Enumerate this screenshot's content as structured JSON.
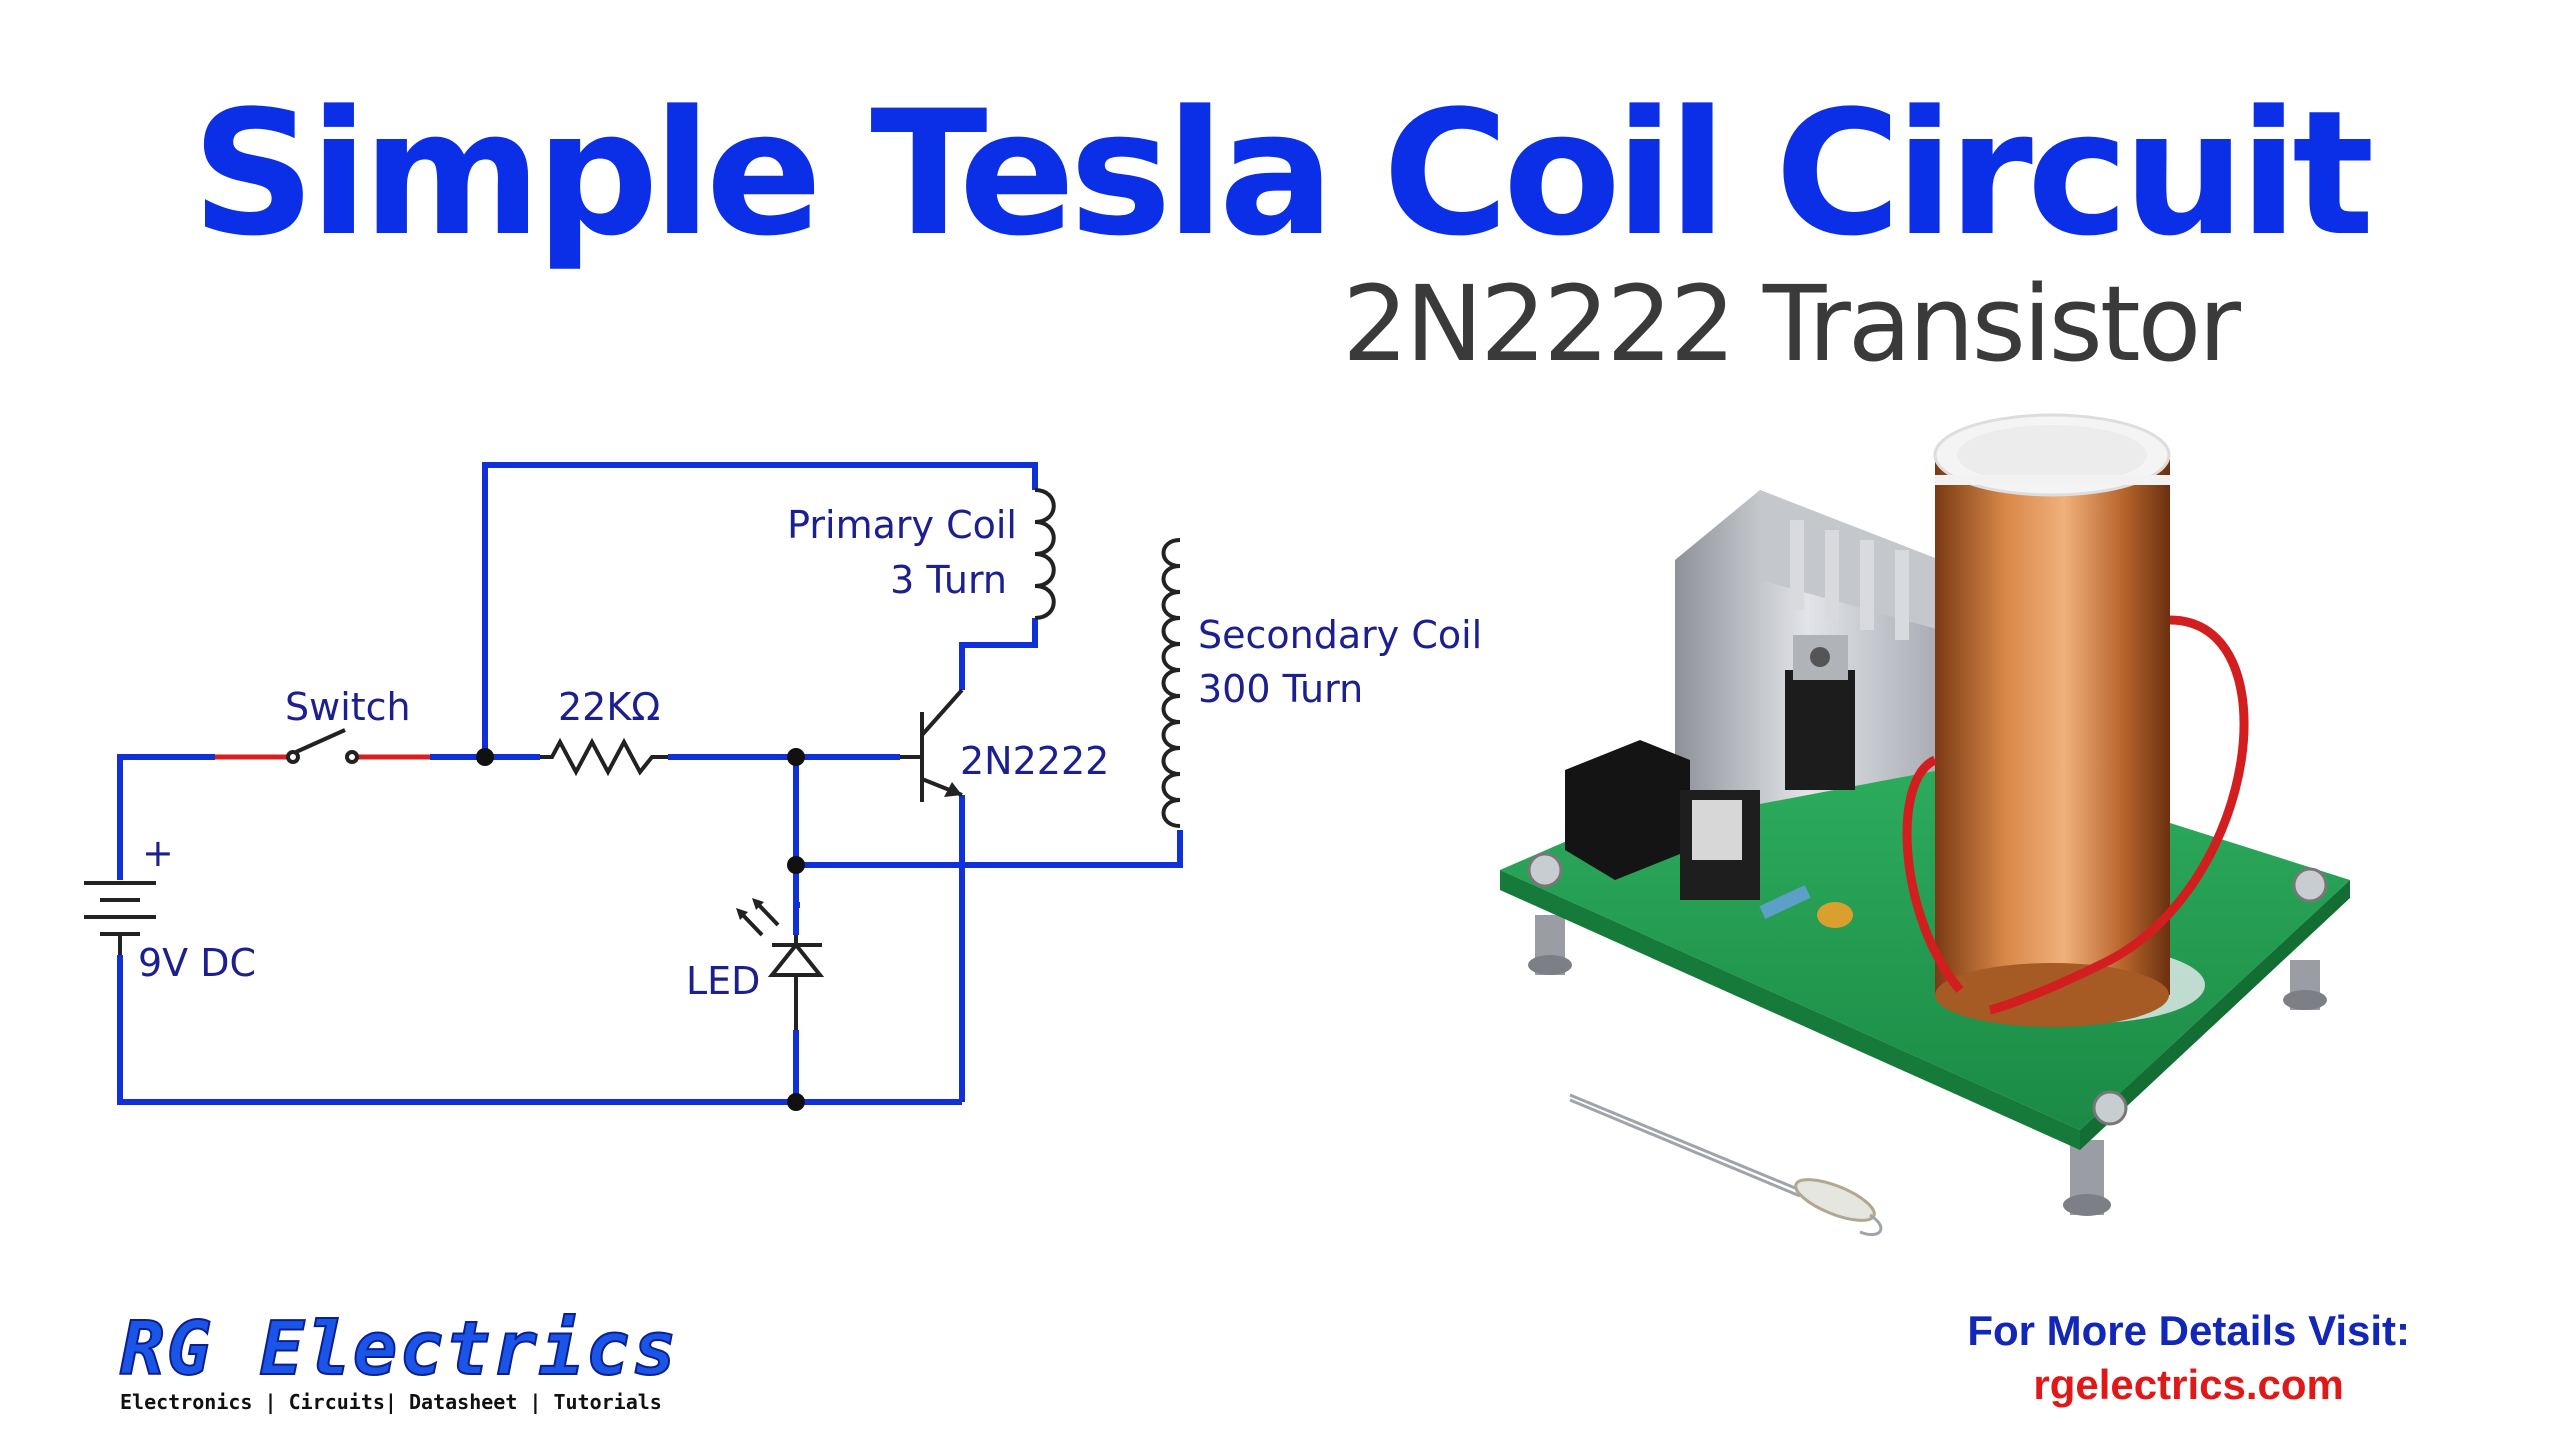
{
  "title": "Simple Tesla Coil Circuit",
  "subtitle": "2N2222 Transistor",
  "schematic": {
    "primary_coil_line1": "Primary Coil",
    "primary_coil_line2": "3 Turn",
    "secondary_coil_line1": "Secondary Coil",
    "secondary_coil_line2": "300 Turn",
    "switch": "Switch",
    "resistor": "22KΩ",
    "transistor": "2N2222",
    "battery_plus": "+",
    "battery": "9V DC",
    "led": "LED"
  },
  "footer": {
    "brand": "RG Electrics",
    "tagline": "Electronics | Circuits| Datasheet | Tutorials",
    "details_line1": "For More Details Visit:",
    "details_line2": "rgelectrics.com"
  },
  "colors": {
    "title": "#0a2fe6",
    "wire": "#1030d8",
    "link": "#e01818"
  }
}
